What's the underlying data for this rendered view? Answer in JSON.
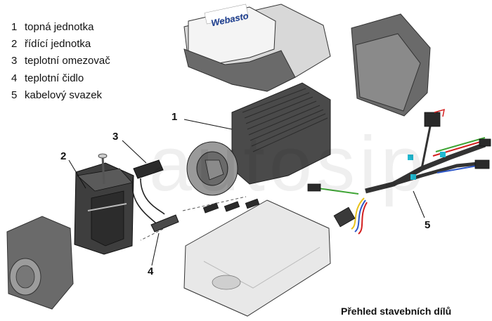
{
  "legend": [
    {
      "num": "1",
      "label": "topná jednotka"
    },
    {
      "num": "2",
      "label": "řídící jednotka"
    },
    {
      "num": "3",
      "label": "teplotní omezovač"
    },
    {
      "num": "4",
      "label": "teplotní čidlo"
    },
    {
      "num": "5",
      "label": "kabelový svazek"
    }
  ],
  "callouts": [
    "1",
    "2",
    "3",
    "4",
    "5"
  ],
  "caption": "Přehled stavebních dílů",
  "logo_text": "Webasto",
  "watermark": "autosip",
  "colors": {
    "housing": "#5f5f5f",
    "housing_dark": "#3a3a3a",
    "cover_light": "#e6e6e6",
    "logo_blue": "#1c3d8f",
    "cable_blue": "#2d57c8",
    "cable_green": "#3fa535",
    "cable_red": "#d42020",
    "cable_cyan": "#21b9d1",
    "cable_yellow": "#e9c21a"
  }
}
